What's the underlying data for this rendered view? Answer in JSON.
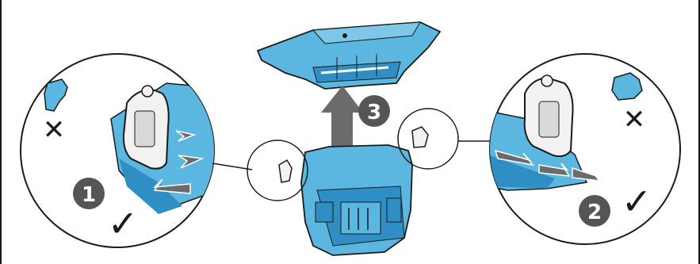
{
  "steps": [
    {
      "number": "1",
      "check": "✓"
    },
    {
      "number": "2",
      "check": "✓"
    },
    {
      "number": "3"
    }
  ],
  "wrong_mark": "✕",
  "colors": {
    "part_blue": "#5bb6e0",
    "part_dark_blue": "#2f8fc4",
    "outline": "#1a1a1a",
    "arrow_gray": "#6b6b6b",
    "badge_gray": "#555555",
    "latch_white": "#f2f2f2"
  },
  "icons": {
    "wrong": "x-mark-icon",
    "correct": "check-mark-icon",
    "arrow": "push-arrow-icon"
  }
}
